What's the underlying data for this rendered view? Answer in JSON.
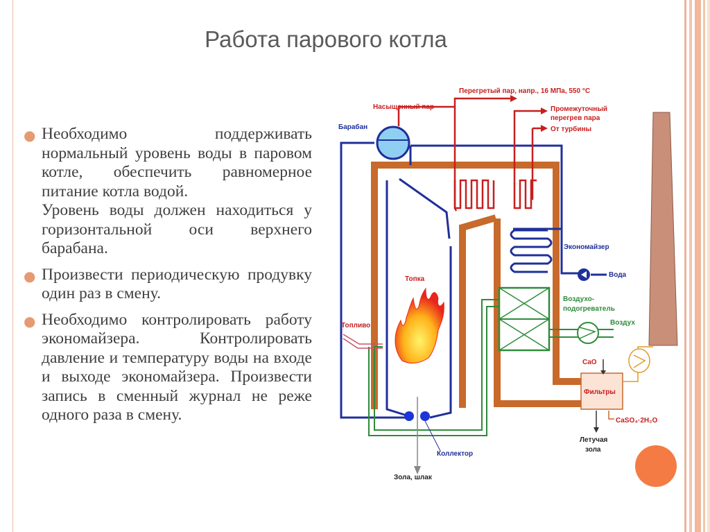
{
  "title": "Работа парового котла",
  "bullets": [
    {
      "text": "Необходимо поддерживать нормальный уровень воды в паровом котле, обеспечить равномерное питание котла водой.\nУровень воды должен находиться у горизонтальной оси верхнего барабана."
    },
    {
      "text": "Произвести периодическую продувку один раз в смену."
    },
    {
      "text": "Необходимо контролировать работу экономайзера. Контролировать давление и температуру воды на входе и выходе экономайзера. Произвести запись в сменный журнал не реже одного раза в смену."
    }
  ],
  "diagram": {
    "labels": {
      "superheated": "Перегретый пар, напр., 16 МПа, 550 °С",
      "saturated": "Насыщенный пар",
      "drum": "Барабан",
      "reheat1": "Промежуточный",
      "reheat2": "перегрев пара",
      "from_turbine": "От турбины",
      "economizer": "Экономайзер",
      "water": "Вода",
      "furnace": "Топка",
      "air_heater1": "Воздухо-",
      "air_heater2": "подогреватель",
      "air": "Воздух",
      "fuel": "Топливо",
      "cao": "CaO",
      "filters": "Фильтры",
      "caso4": "CaSO₄·2H₂O",
      "fly_ash1": "Летучая",
      "fly_ash2": "зола",
      "collector": "Коллектор",
      "ash_slag": "Зола, шлак"
    },
    "colors": {
      "water_line": "#1f2f9a",
      "steam_line": "#c81e1e",
      "flue": "#c76a2b",
      "air_duct": "#2e8b3a",
      "chimney": "#c98f78"
    }
  }
}
